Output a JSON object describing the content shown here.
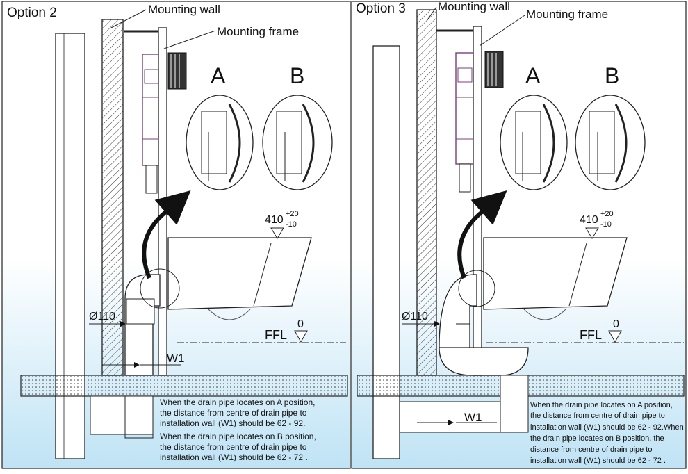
{
  "panels": [
    {
      "option_title": "Option 2",
      "mounting_wall": "Mounting wall",
      "mounting_frame": "Mounting frame",
      "detail_a": "A",
      "detail_b": "B",
      "height_value": "410",
      "tol_plus": "+20",
      "tol_minus": "-10",
      "diameter": "Ø110",
      "zero": "0",
      "ffl": "FFL",
      "w1": "W1",
      "note_lines": [
        "When the drain pipe locates on A position,",
        "the distance from centre of drain pipe to",
        "installation wall (W1) should be 62 - 92.",
        "When the drain pipe locates on B position,",
        "the distance from centre of drain pipe to",
        "installation wall (W1) should be 62 - 72 ."
      ]
    },
    {
      "option_title": "Option 3",
      "mounting_wall": "Mounting wall",
      "mounting_frame": "Mounting frame",
      "detail_a": "A",
      "detail_b": "B",
      "height_value": "410",
      "tol_plus": "+20",
      "tol_minus": "-10",
      "diameter": "Ø110",
      "zero": "0",
      "ffl": "FFL",
      "w1": "W1",
      "note_lines": [
        "When the drain pipe locates on A position,",
        "the distance from centre of drain pipe to",
        "installation wall (W1) should be 62 - 92.When",
        "the drain pipe locates on B position, the",
        "distance from centre of drain pipe to",
        "installation wall (W1) should be 62 - 72 ."
      ]
    }
  ],
  "colors": {
    "cistern": "#7a3f78",
    "line": "#111111",
    "gradient_bottom": "#bfe3f5"
  }
}
